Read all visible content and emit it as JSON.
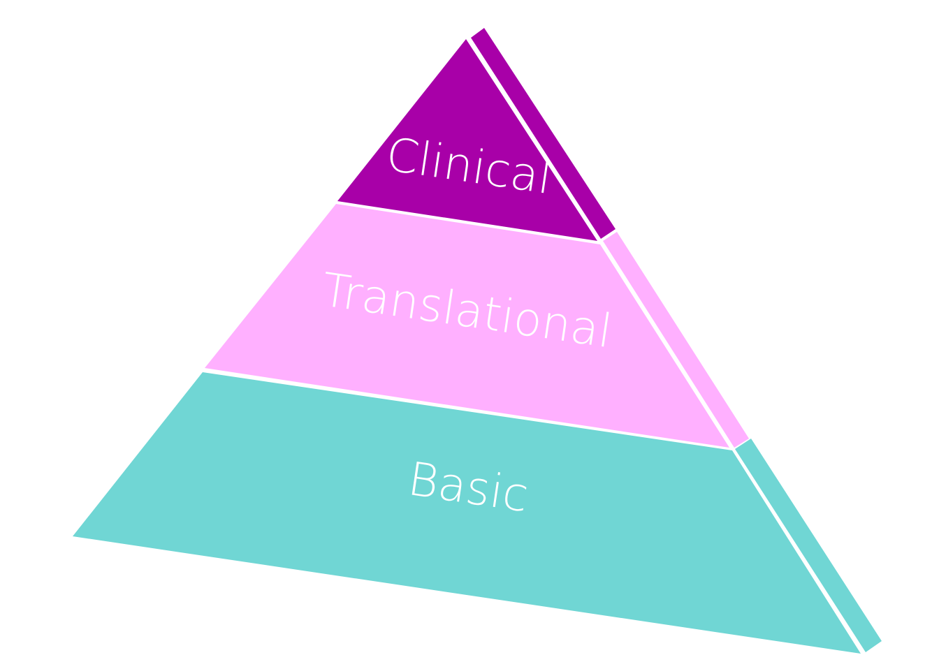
{
  "tiers": [
    {
      "label": "Clinical",
      "color": "#a800a8"
    },
    {
      "label": "Translational",
      "color": "#ffb0ff"
    },
    {
      "label": "Basic",
      "color": "#70d6d4"
    }
  ],
  "separator_color": "#ffffff"
}
